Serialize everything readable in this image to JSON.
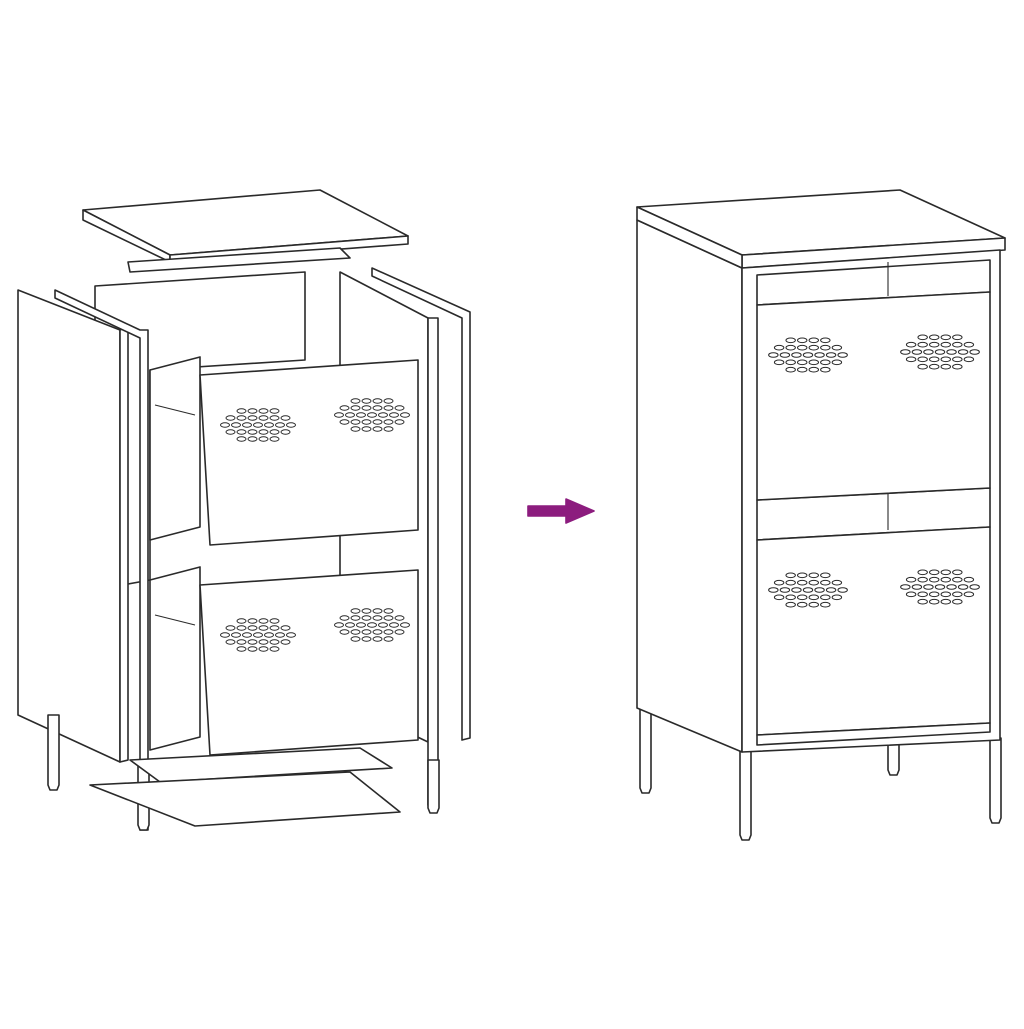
{
  "diagram": {
    "kind": "assembly-illustration",
    "left_view": "exploded-cabinet-parts",
    "right_view": "assembled-cabinet",
    "arrow_icon": "right-arrow-icon",
    "colors": {
      "line": "#2a2a2a",
      "background": "#ffffff",
      "arrow": "#8c1c7e"
    }
  }
}
